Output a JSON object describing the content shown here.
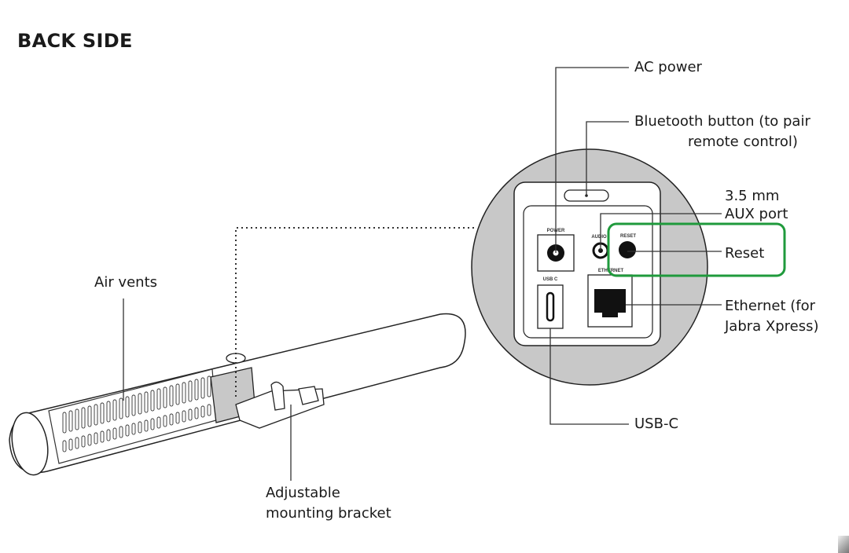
{
  "title": "BACK SIDE",
  "labels": {
    "ac_power": "AC power",
    "bluetooth_line1": "Bluetooth button (to pair",
    "bluetooth_line2": "remote control)",
    "aux_line1": "3.5 mm",
    "aux_line2": "AUX port",
    "reset": "Reset",
    "ethernet_line1": "Ethernet (for",
    "ethernet_line2": "Jabra Xpress)",
    "usbc": "USB-C",
    "air_vents": "Air vents",
    "bracket_line1": "Adjustable",
    "bracket_line2": "mounting bracket"
  },
  "port_labels": {
    "power": "POWER",
    "audio": "AUDIO",
    "reset": "RESET",
    "ethernet": "ETHERNET",
    "usbc": "USB C"
  },
  "colors": {
    "highlight": "#1f9a3c",
    "panel_gray": "#c8c8c8"
  }
}
